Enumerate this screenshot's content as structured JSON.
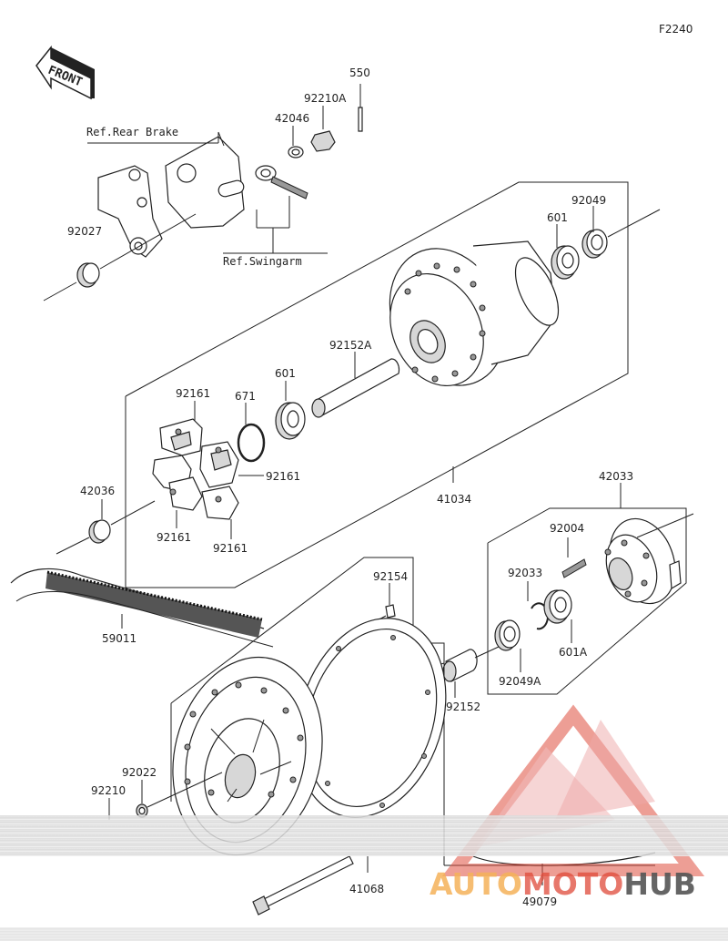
{
  "figure_code": "F2240",
  "front_label": "FRONT",
  "refs": {
    "rear_brake": "Ref.Rear Brake",
    "swingarm": "Ref.Swingarm"
  },
  "parts": {
    "p550": "550",
    "p92210A": "92210A",
    "p42046": "42046",
    "p92027": "92027",
    "p601_top": "601",
    "p92049": "92049",
    "p92152A": "92152A",
    "p601_mid": "601",
    "p671": "671",
    "p92161_a": "92161",
    "p92161_b": "92161",
    "p92161_c": "92161",
    "p92161_d": "92161",
    "p42036": "42036",
    "p41034": "41034",
    "p42033": "42033",
    "p92004": "92004",
    "p92033": "92033",
    "p601A": "601A",
    "p92049A": "92049A",
    "p92154": "92154",
    "p59011": "59011",
    "p92152": "92152",
    "p92022": "92022",
    "p92210": "92210",
    "p41068": "41068",
    "p49079": "49079"
  },
  "watermark": {
    "part1": "AUTO",
    "part2": "MOTO",
    "part3": "HUB"
  }
}
